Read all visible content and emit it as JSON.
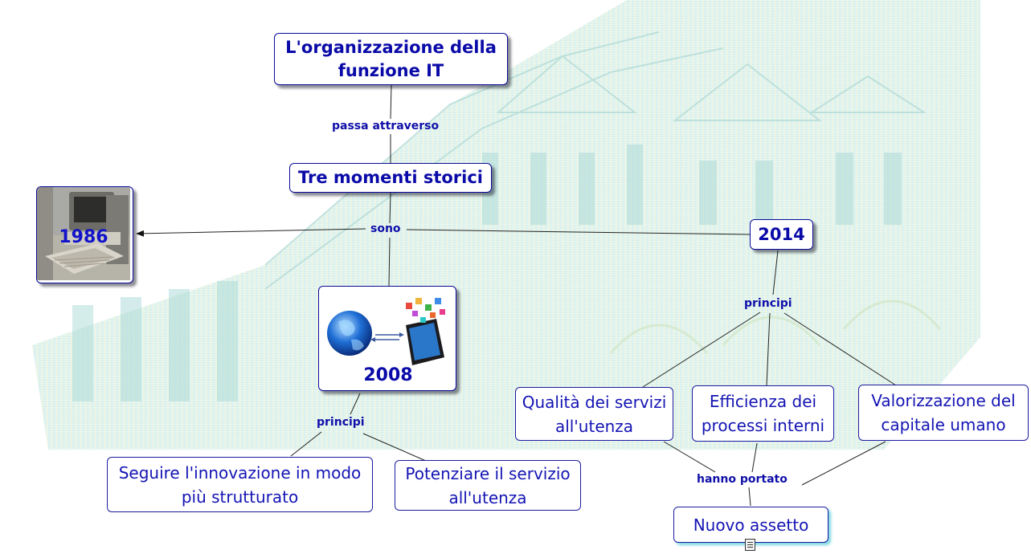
{
  "concept_map": {
    "root": "L'organizzazione della funzione IT",
    "root_line1": "L'organizzazione della",
    "root_line2": "funzione IT",
    "moments": "Tre momenti storici",
    "year_1986": "1986",
    "year_2008": "2008",
    "year_2014": "2014",
    "principles_2008": {
      "a_line1": "Seguire l'innovazione in modo",
      "a_line2": "più strutturato",
      "b_line1": "Potenziare il servizio",
      "b_line2": "all'utenza"
    },
    "principles_2014": {
      "a_line1": "Qualità dei servizi",
      "a_line2": "all'utenza",
      "b_line1": "Efficienza dei",
      "b_line2": "processi interni",
      "c_line1": "Valorizzazione del",
      "c_line2": "capitale umano"
    },
    "outcome": "Nuovo assetto"
  },
  "link_labels": {
    "passa": "passa attraverso",
    "sono": "sono",
    "principi_2008": "principi",
    "principi_2014": "principi",
    "hanno_portato": "hanno portato"
  },
  "icons": [
    "computer-1986-image",
    "globe-smartphone-image",
    "document-icon"
  ],
  "colors": {
    "node_text": "#1010b8",
    "node_border": "#0a0a9a",
    "link_line": "#222222",
    "bg_tint_left": "#bfe6e6",
    "bg_tint_right": "#e8f0c8"
  }
}
